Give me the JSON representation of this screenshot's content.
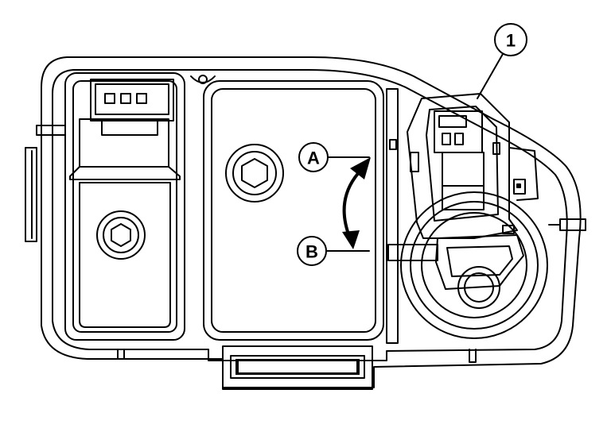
{
  "callouts": {
    "part_1": "1",
    "position_a": "A",
    "position_b": "B"
  },
  "colors": {
    "line": "#000000",
    "background": "#ffffff"
  }
}
